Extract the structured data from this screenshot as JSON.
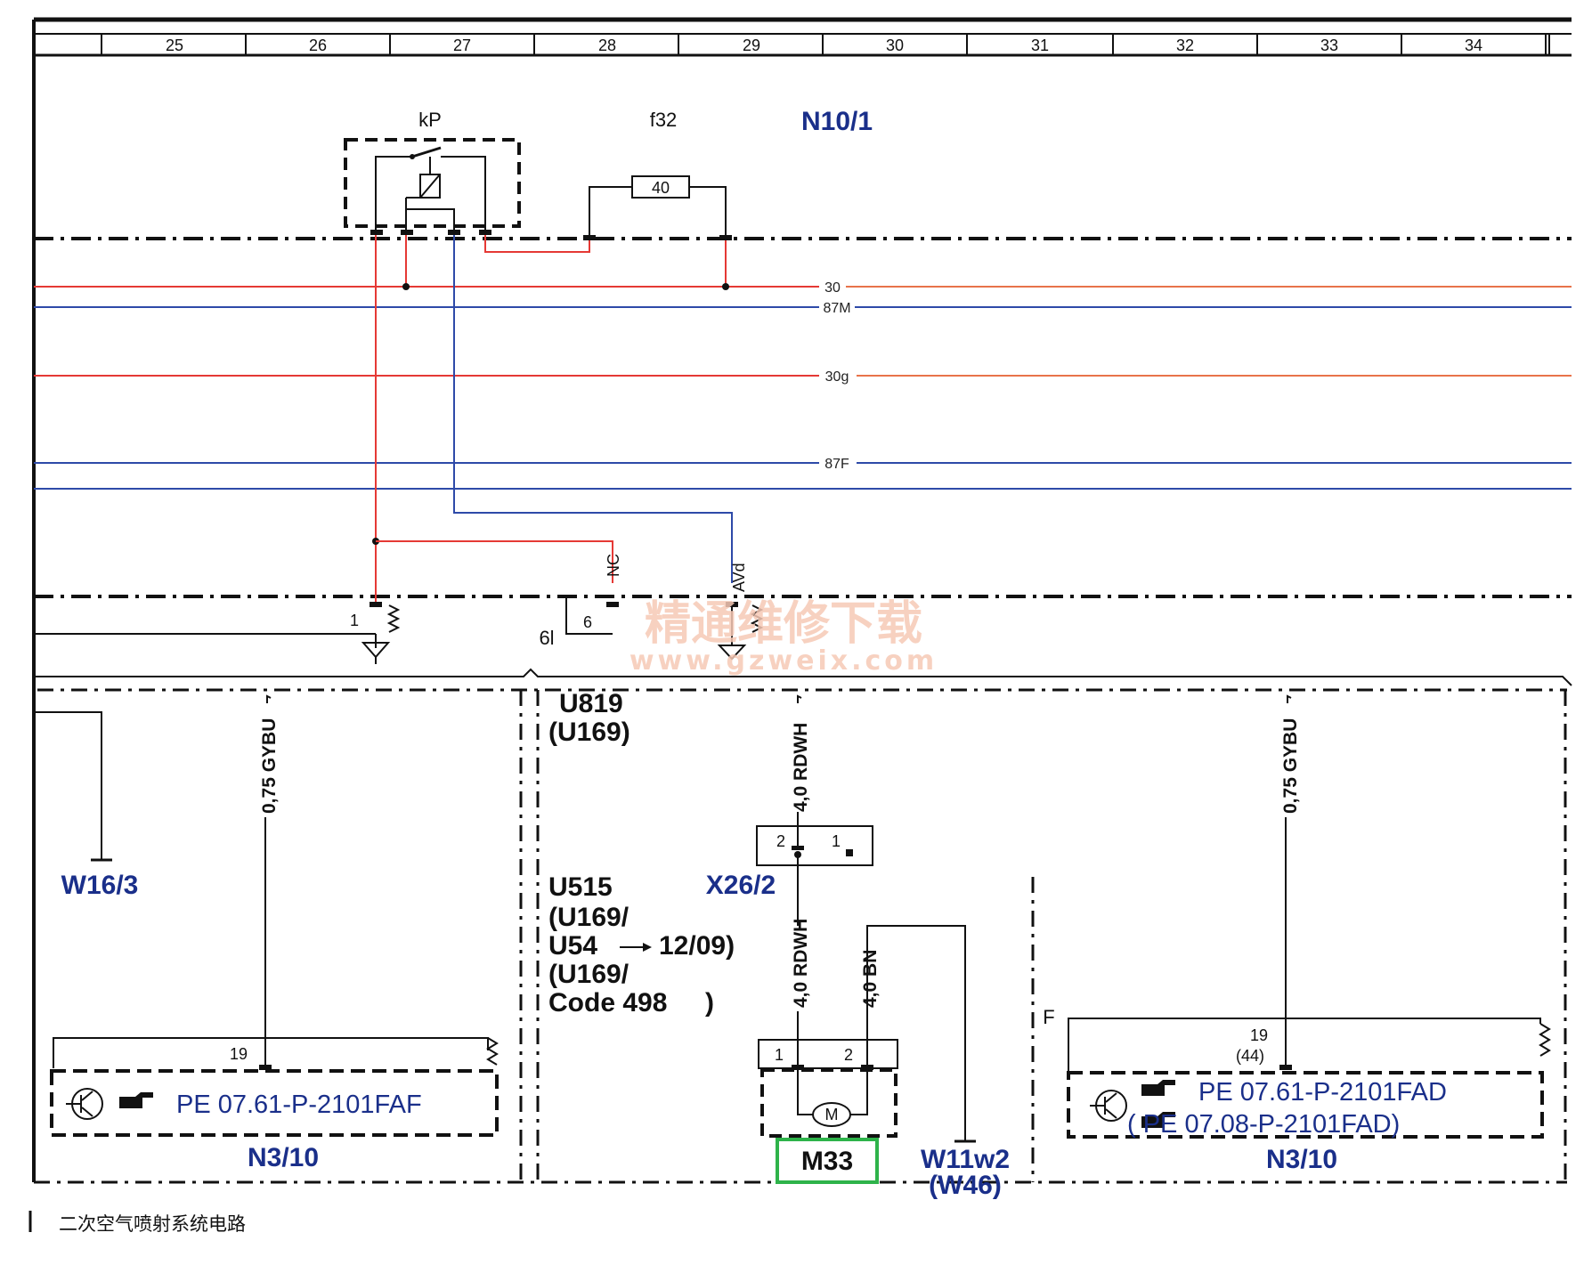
{
  "columns": [
    "25",
    "26",
    "27",
    "28",
    "29",
    "30",
    "31",
    "32",
    "33",
    "34"
  ],
  "components": {
    "relay_label": "kP",
    "fuse_label": "f32",
    "fuse_value": "40",
    "module_label": "N10/1",
    "ground_w16": "W16/3",
    "u819": "U819",
    "u169a": "(U169)",
    "u515": "U515",
    "u169b": "(U169/",
    "u54": "U54",
    "u54_date": "12/09)",
    "u169c": "(U169/",
    "code": "Code 498",
    "code_close": ")",
    "connector_x26": "X26/2",
    "motor": "M33",
    "motor_symbol": "M",
    "ground_w11": "W11w2",
    "ground_w46": "(W46)",
    "n3_left": "N3/10",
    "n3_right": "N3/10",
    "f_label": "F",
    "pin_6l": "6l",
    "pin_6": "6",
    "pin_1": "1",
    "pin_19_left": "19",
    "pin_19_right": "19",
    "pin_44": "(44)",
    "x26_pin2": "2",
    "x26_pin1": "1",
    "m33_pin1": "1",
    "m33_pin2": "2"
  },
  "buses": {
    "b30": "30",
    "b87m": "87M",
    "b30g": "30g",
    "b87f": "87F"
  },
  "wires": {
    "left_gybu": "0,75 GYBU",
    "rdwh_top": "4,0 RDWH",
    "rdwh_bottom": "4,0 RDWH",
    "bn": "4,0 BN",
    "right_gybu": "0,75 GYBU",
    "nc_label": "NC",
    "avd_label": "AVd"
  },
  "references": {
    "pe_left": "PE 07.61-P-2101FAF",
    "pe_right1": "PE 07.61-P-2101FAD",
    "pe_right2": "(    PE 07.08-P-2101FAD)"
  },
  "watermark": {
    "line1": "精通维修下载",
    "line2": "www.gzweix.com"
  },
  "caption": "二次空气喷射系统电路",
  "colors": {
    "red_wire": "#e53935",
    "blue_wire": "#2e4aa8",
    "label_blue": "#1a2f8a",
    "highlight_green": "#2eb34a"
  }
}
